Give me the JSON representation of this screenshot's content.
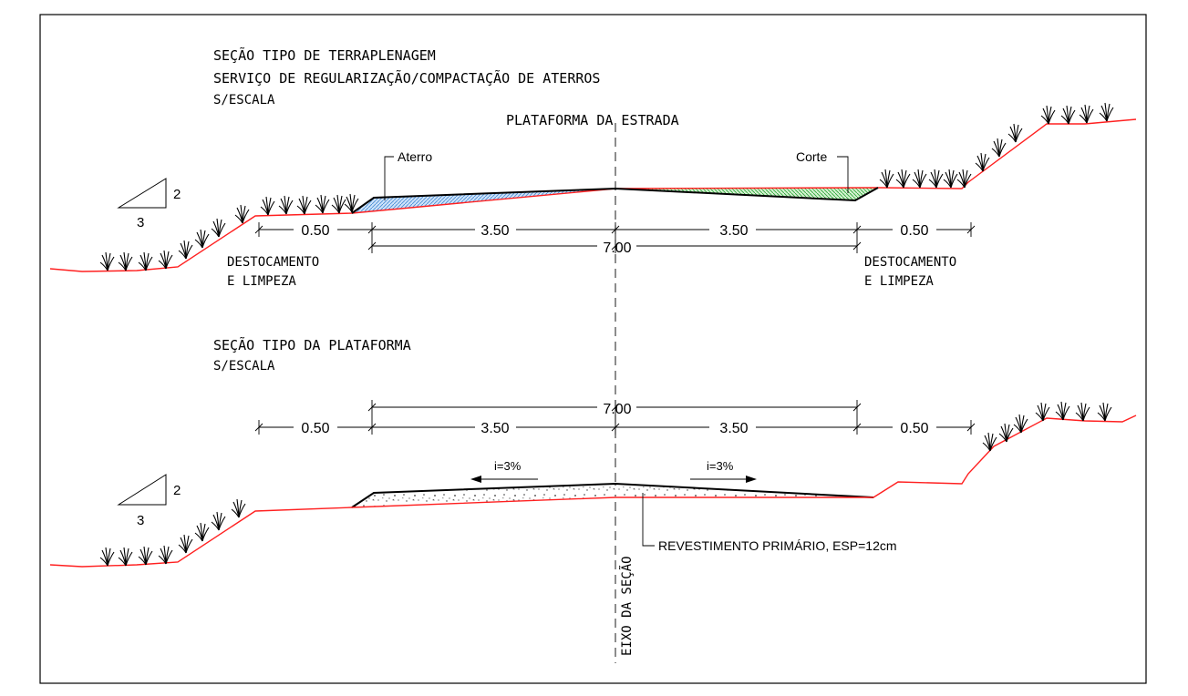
{
  "colors": {
    "ground": "#ff2020",
    "pavement": "#000000",
    "fill_hatch": "#4a8fd6",
    "cut_hatch": "#2fa83a",
    "vegetation": "#000000",
    "frame": "#000000"
  },
  "section1": {
    "title": "SEÇÃO TIPO DE TERRAPLENAGEM",
    "subtitle": "SERVIÇO DE REGULARIZAÇÃO/COMPACTAÇÃO DE ATERROS",
    "scale": "S/ESCALA",
    "platform_label": "PLATAFORMA DA ESTRADA",
    "fill_label": "Aterro",
    "cut_label": "Corte",
    "slope_vertical": "2",
    "slope_horizontal": "3",
    "dims": {
      "left_shoulder": "0.50",
      "left_lane": "3.50",
      "total": "7.00",
      "right_lane": "3.50",
      "right_shoulder": "0.50"
    },
    "left_note_line1": "DESTOCAMENTO",
    "left_note_line2": "E LIMPEZA",
    "right_note_line1": "DESTOCAMENTO",
    "right_note_line2": "E LIMPEZA"
  },
  "section2": {
    "title": "SEÇÃO TIPO DA PLATAFORMA",
    "scale": "S/ESCALA",
    "slope_vertical": "2",
    "slope_horizontal": "3",
    "dims": {
      "total": "7.00",
      "left_shoulder": "0.50",
      "left_lane": "3.50",
      "right_lane": "3.50",
      "right_shoulder": "0.50"
    },
    "left_crossfall": "i=3%",
    "right_crossfall": "i=3%",
    "pavement_label": "REVESTIMENTO PRIMÁRIO, ESP=12cm",
    "axis_label": "EIXO DA SEÇÃO"
  }
}
